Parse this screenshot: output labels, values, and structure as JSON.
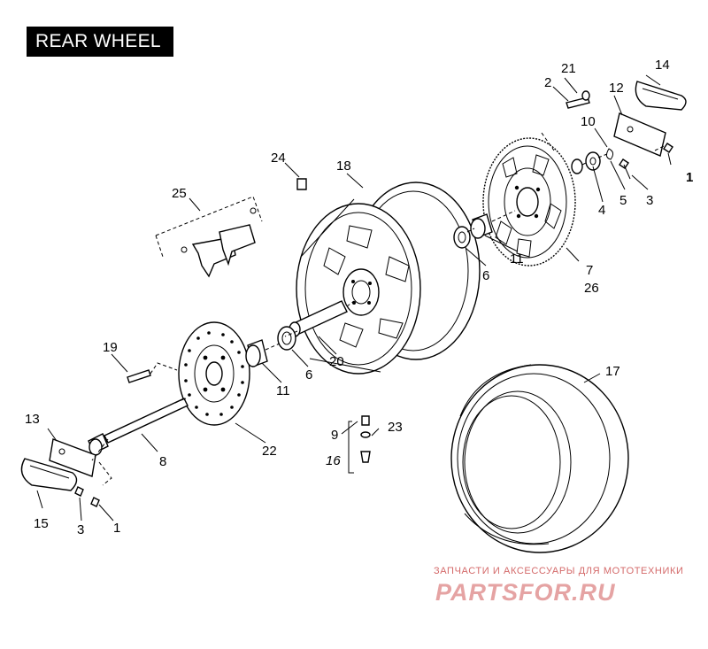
{
  "title": "REAR WHEEL",
  "callouts": [
    "1",
    "2",
    "3",
    "4",
    "5",
    "6",
    "7",
    "8",
    "9",
    "10",
    "11",
    "12",
    "13",
    "14",
    "15",
    "16",
    "17",
    "18",
    "19",
    "20",
    "21",
    "22",
    "23",
    "24",
    "25",
    "26"
  ],
  "labels": {
    "l1a": "1",
    "l1b": "1",
    "l2": "2",
    "l3a": "3",
    "l3b": "3",
    "l4": "4",
    "l5": "5",
    "l6a": "6",
    "l6b": "6",
    "l7": "7",
    "l8": "8",
    "l9": "9",
    "l10": "10",
    "l11a": "11",
    "l11b": "11",
    "l12": "12",
    "l13": "13",
    "l14": "14",
    "l15": "15",
    "l16": "16",
    "l17": "17",
    "l18": "18",
    "l19": "19",
    "l20": "20",
    "l21": "21",
    "l22": "22",
    "l23": "23",
    "l24": "24",
    "l25": "25",
    "l26": "26"
  },
  "watermark": {
    "subtitle": "ЗАПЧАСТИ И АКСЕССУАРЫ ДЛЯ МОТОТЕХНИКИ",
    "logo": "PARTSFOR.RU"
  }
}
